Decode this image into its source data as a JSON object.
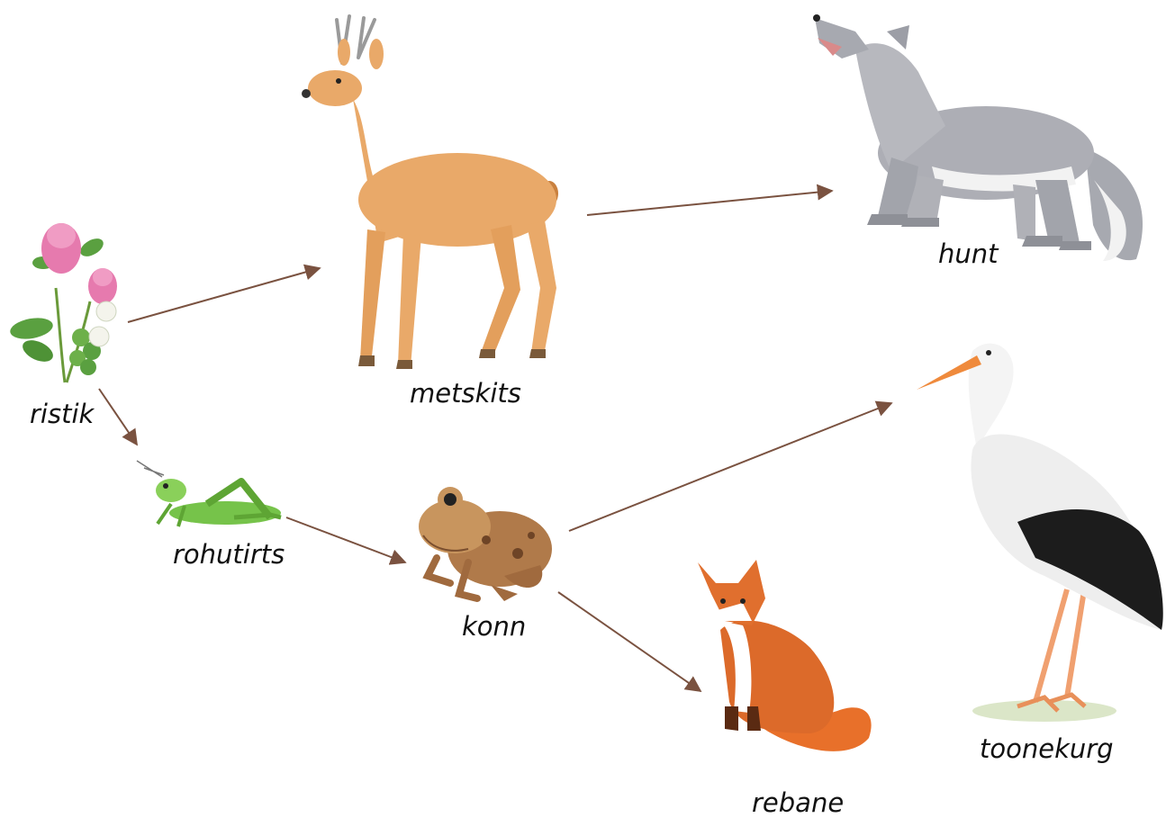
{
  "diagram": {
    "nodes": [
      {
        "id": "ristik",
        "label": "ristik",
        "icon": "clover-icon"
      },
      {
        "id": "metskits",
        "label": "metskits",
        "icon": "roe-deer-icon"
      },
      {
        "id": "hunt",
        "label": "hunt",
        "icon": "wolf-icon"
      },
      {
        "id": "rohutirts",
        "label": "rohutirts",
        "icon": "grasshopper-icon"
      },
      {
        "id": "konn",
        "label": "konn",
        "icon": "frog-icon"
      },
      {
        "id": "toonekurg",
        "label": "toonekurg",
        "icon": "stork-icon"
      },
      {
        "id": "rebane",
        "label": "rebane",
        "icon": "fox-icon"
      }
    ],
    "edges": [
      {
        "from": "ristik",
        "to": "metskits"
      },
      {
        "from": "metskits",
        "to": "hunt"
      },
      {
        "from": "ristik",
        "to": "rohutirts"
      },
      {
        "from": "rohutirts",
        "to": "konn"
      },
      {
        "from": "konn",
        "to": "toonekurg"
      },
      {
        "from": "konn",
        "to": "rebane"
      }
    ],
    "colors": {
      "arrow": "#7a5240",
      "label": "#111111",
      "background": "#ffffff"
    }
  }
}
